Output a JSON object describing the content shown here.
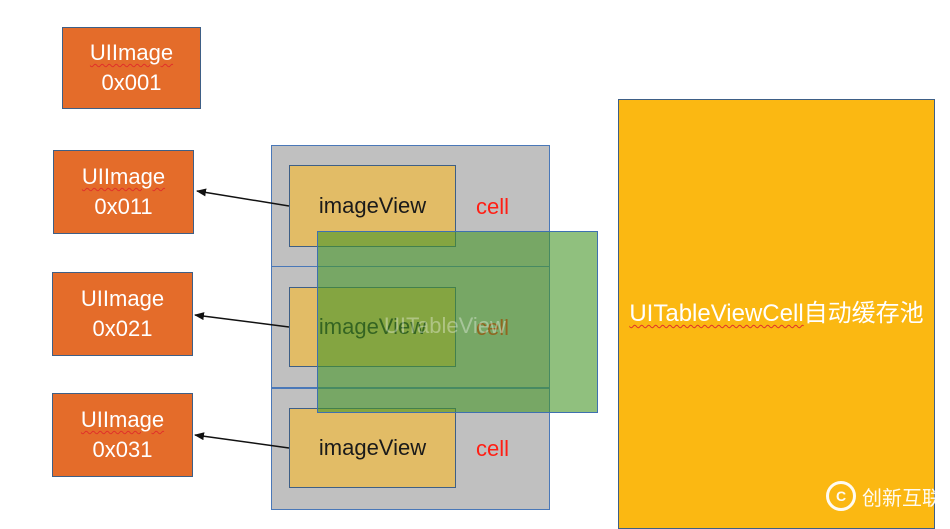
{
  "images": [
    {
      "label": "UIImage",
      "address": "0x001"
    },
    {
      "label": "UIImage",
      "address": "0x011"
    },
    {
      "label": "UIImage",
      "address": "0x021"
    },
    {
      "label": "UIImage",
      "address": "0x031"
    }
  ],
  "cells": [
    {
      "image_view": "imageView",
      "label": "cell"
    },
    {
      "image_view": "imageView",
      "label": "cell"
    },
    {
      "image_view": "imageView",
      "label": "cell"
    }
  ],
  "tableview": {
    "label": "UITableView"
  },
  "pool": {
    "label_en": "UITableViewCell",
    "label_zh": "自动缓存池"
  },
  "watermark": {
    "text": "创新互联"
  },
  "colors": {
    "uiimage_fill": "#e46c2a",
    "cell_fill": "#c0c0c0",
    "image_view_fill": "#e2bc66",
    "tableview_fill": "#46962888",
    "pool_fill": "#fbb812",
    "cell_text": "#ff1e14"
  },
  "icons": {
    "arrow": "arrow-left-icon",
    "logo": "chuangxin-logo-icon"
  }
}
